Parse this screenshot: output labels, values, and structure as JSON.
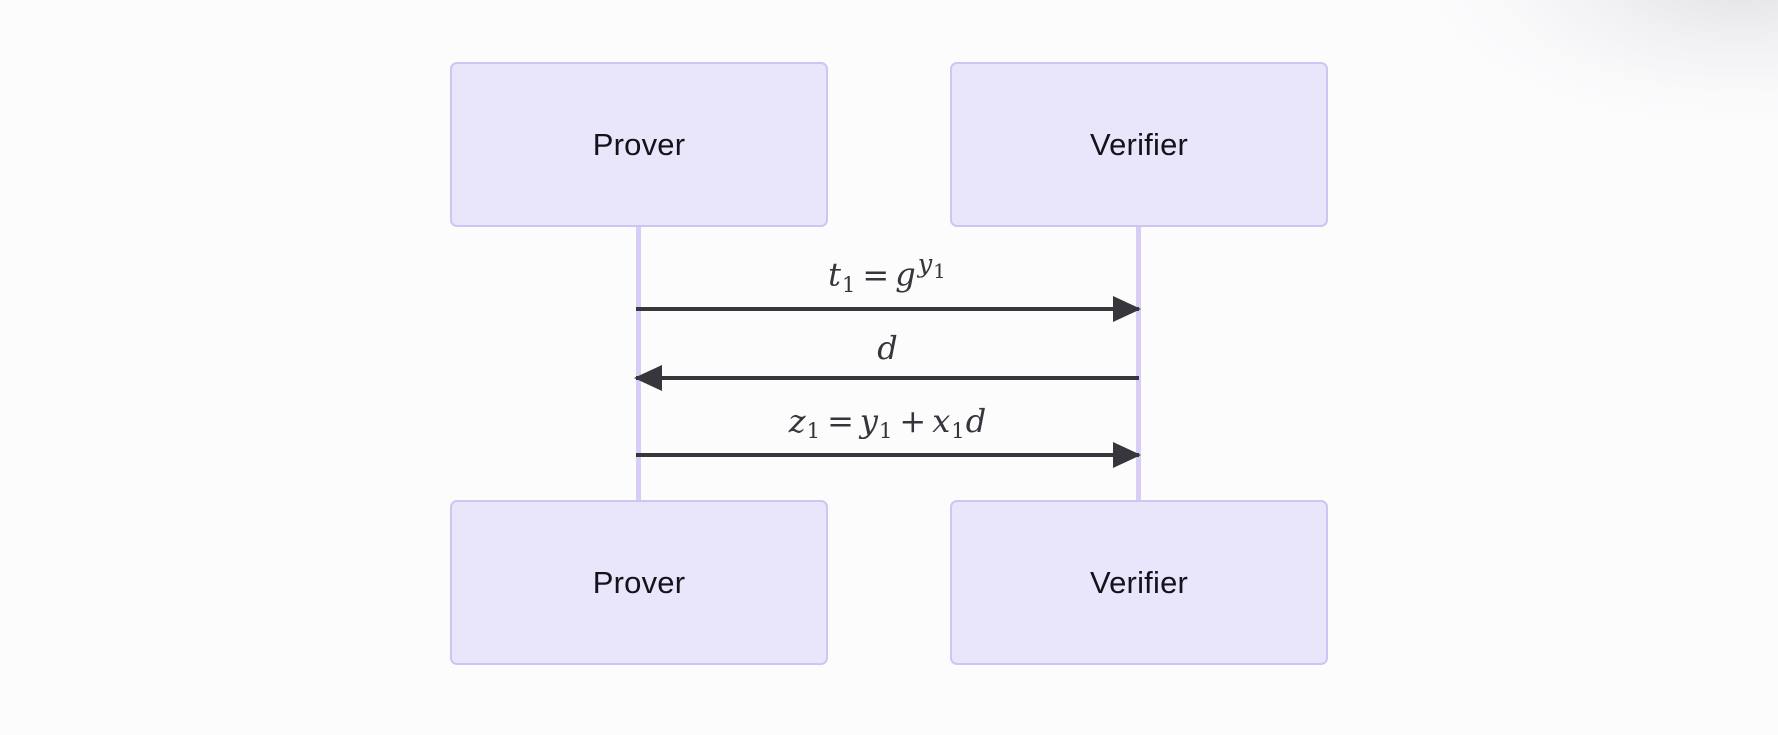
{
  "diagram": {
    "type": "sequence-diagram",
    "title": "",
    "colors": {
      "canvas_background": "#fcfcfd",
      "actor_fill": "#e9e6fb",
      "actor_border": "#cfc5f2",
      "lifeline": "#d8cdf4",
      "arrow": "#36363c",
      "actor_text": "#13131a",
      "message_text": "#35353c"
    },
    "participants": [
      {
        "id": "prover",
        "label": "Prover"
      },
      {
        "id": "verifier",
        "label": "Verifier"
      }
    ],
    "actors_top": [
      {
        "id": "prover-top",
        "label": "Prover"
      },
      {
        "id": "verifier-top",
        "label": "Verifier"
      }
    ],
    "actors_bottom": [
      {
        "id": "prover-bottom",
        "label": "Prover"
      },
      {
        "id": "verifier-bottom",
        "label": "Verifier"
      }
    ],
    "messages": [
      {
        "index": 1,
        "from": "prover",
        "to": "verifier",
        "direction": "right",
        "text": "t1 = g^(y1)",
        "parts": {
          "lhs_var": "t",
          "lhs_sub": "1",
          "operator": "=",
          "rhs_base": "g",
          "rhs_exp_var": "y",
          "rhs_exp_sub": "1"
        }
      },
      {
        "index": 2,
        "from": "verifier",
        "to": "prover",
        "direction": "left",
        "text": "d",
        "parts": {
          "lhs_var": "d"
        }
      },
      {
        "index": 3,
        "from": "prover",
        "to": "verifier",
        "direction": "right",
        "text": "z1 = y1 + x1 d",
        "parts": {
          "lhs_var": "z",
          "lhs_sub": "1",
          "operator": "=",
          "term1_var": "y",
          "term1_sub": "1",
          "plus": "+",
          "term2_var": "x",
          "term2_sub": "1",
          "term3_var": "d"
        }
      }
    ]
  }
}
